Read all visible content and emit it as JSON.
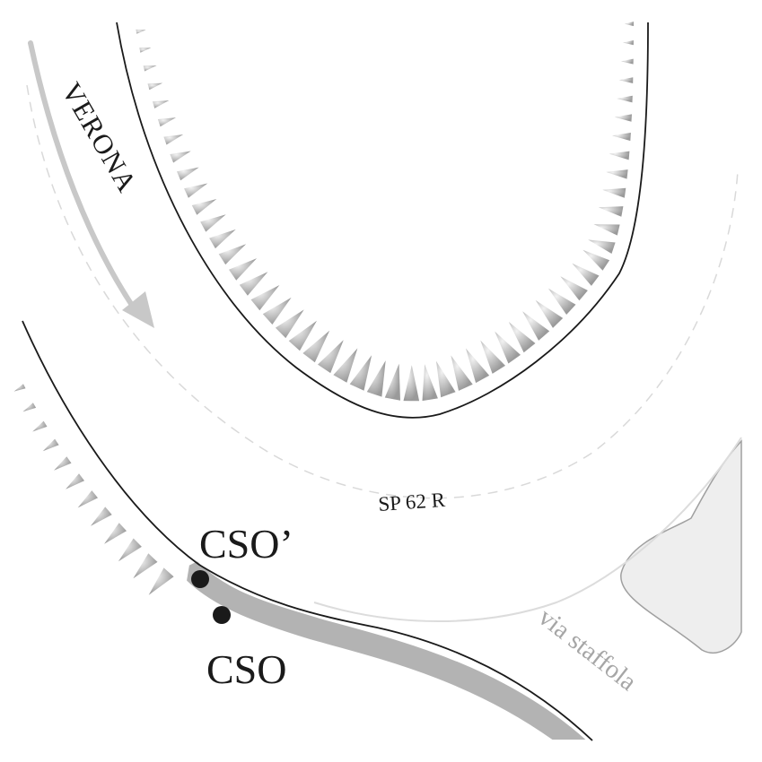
{
  "map": {
    "direction_label": "VERONA",
    "road_label": "SP 62 R",
    "side_road_label": "via staffola",
    "points": [
      {
        "id": "cso-prime",
        "label": "CSO’"
      },
      {
        "id": "cso",
        "label": "CSO"
      }
    ],
    "colors": {
      "road_edge": "#1a1a1a",
      "kerb_fill": "#b3b3b3",
      "direction_arrow": "#c8c8c8",
      "centerline": "#d9d9d9",
      "side_road_edge": "#dcdcdc",
      "side_road_label": "#a6a6a6",
      "building_fill": "#eeeeee",
      "building_edge": "#a0a0a0",
      "embankment_tick": "#bdbdbd",
      "point_fill": "#1a1a1a",
      "text": "#1a1a1a"
    }
  }
}
